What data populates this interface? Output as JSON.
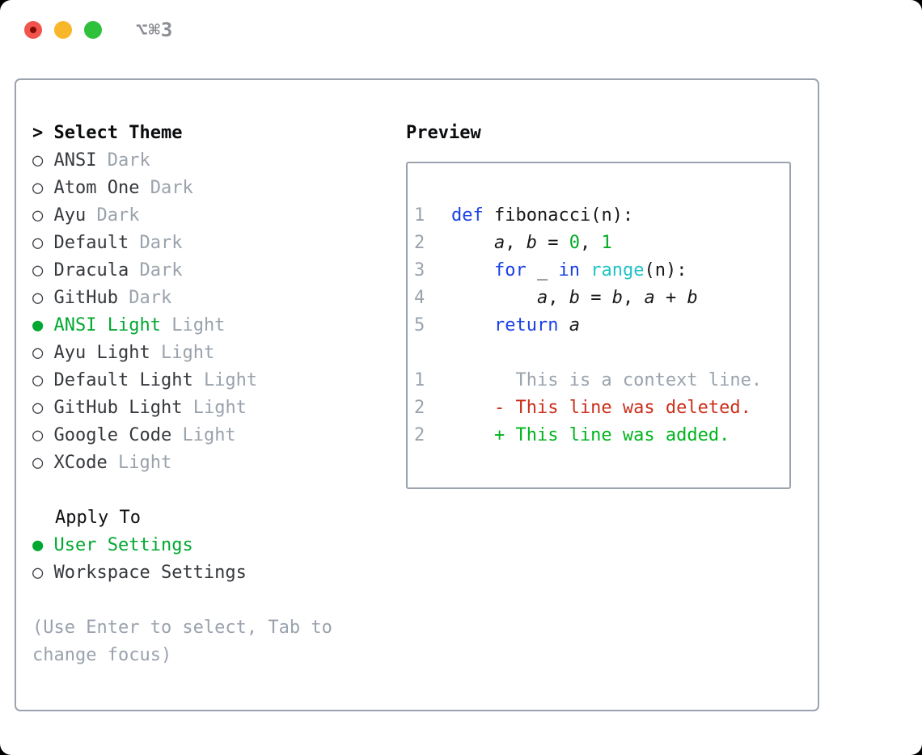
{
  "window": {
    "shortcut": "⌥⌘3",
    "controls": [
      {
        "name": "close",
        "color": "#f2544d",
        "dot_color": "#7e0d03",
        "has_dot": true
      },
      {
        "name": "minimize",
        "color": "#f8b62b",
        "dot_color": "",
        "has_dot": false
      },
      {
        "name": "zoom",
        "color": "#2fc13c",
        "dot_color": "",
        "has_dot": false
      }
    ]
  },
  "colors": {
    "selection_green": "#00a832",
    "added_green": "#00b41e",
    "deleted_red": "#cc2f1b",
    "keyword_blue": "#1a40e5",
    "builtin_cyan": "#20c2c7",
    "number_green": "#00ab24",
    "muted_gray": "#9aa2ae",
    "border_gray": "#9ba3ae"
  },
  "icons": {
    "radio_selected": "●",
    "radio_unselected": "○"
  },
  "theme_panel": {
    "prompt": "> ",
    "title": "Select Theme",
    "items": [
      {
        "name": "ANSI",
        "variant": "Dark",
        "selected": false
      },
      {
        "name": "Atom One",
        "variant": "Dark",
        "selected": false
      },
      {
        "name": "Ayu",
        "variant": "Dark",
        "selected": false
      },
      {
        "name": "Default",
        "variant": "Dark",
        "selected": false
      },
      {
        "name": "Dracula",
        "variant": "Dark",
        "selected": false
      },
      {
        "name": "GitHub",
        "variant": "Dark",
        "selected": false
      },
      {
        "name": "ANSI Light",
        "variant": "Light",
        "selected": true
      },
      {
        "name": "Ayu Light",
        "variant": "Light",
        "selected": false
      },
      {
        "name": "Default Light",
        "variant": "Light",
        "selected": false
      },
      {
        "name": "GitHub Light",
        "variant": "Light",
        "selected": false
      },
      {
        "name": "Google Code",
        "variant": "Light",
        "selected": false
      },
      {
        "name": "XCode",
        "variant": "Light",
        "selected": false
      }
    ],
    "apply_to": {
      "title": "Apply To",
      "options": [
        {
          "label": "User Settings",
          "selected": true
        },
        {
          "label": "Workspace Settings",
          "selected": false
        }
      ]
    },
    "hint": "(Use Enter to select, Tab to change focus)"
  },
  "preview": {
    "title": "Preview",
    "lines": [
      {
        "num": "1",
        "kind": "code",
        "tokens": [
          {
            "t": "def",
            "c": "kw"
          },
          {
            "t": " fibonacci(n):",
            "c": "p"
          }
        ]
      },
      {
        "num": "2",
        "kind": "code",
        "tokens": [
          {
            "t": "    ",
            "c": "p"
          },
          {
            "t": "a",
            "c": "v"
          },
          {
            "t": ", ",
            "c": "p"
          },
          {
            "t": "b",
            "c": "v"
          },
          {
            "t": " = ",
            "c": "p"
          },
          {
            "t": "0",
            "c": "num"
          },
          {
            "t": ", ",
            "c": "p"
          },
          {
            "t": "1",
            "c": "num"
          }
        ]
      },
      {
        "num": "3",
        "kind": "code",
        "tokens": [
          {
            "t": "    ",
            "c": "p"
          },
          {
            "t": "for",
            "c": "kw"
          },
          {
            "t": " _ ",
            "c": "p"
          },
          {
            "t": "in",
            "c": "kw"
          },
          {
            "t": " ",
            "c": "p"
          },
          {
            "t": "range",
            "c": "fn"
          },
          {
            "t": "(n):",
            "c": "p"
          }
        ]
      },
      {
        "num": "4",
        "kind": "code",
        "tokens": [
          {
            "t": "        ",
            "c": "p"
          },
          {
            "t": "a",
            "c": "v"
          },
          {
            "t": ", ",
            "c": "p"
          },
          {
            "t": "b",
            "c": "v"
          },
          {
            "t": " = ",
            "c": "p"
          },
          {
            "t": "b",
            "c": "v"
          },
          {
            "t": ", ",
            "c": "p"
          },
          {
            "t": "a",
            "c": "v"
          },
          {
            "t": " + ",
            "c": "p"
          },
          {
            "t": "b",
            "c": "v"
          }
        ]
      },
      {
        "num": "5",
        "kind": "code",
        "tokens": [
          {
            "t": "    ",
            "c": "p"
          },
          {
            "t": "return",
            "c": "kw"
          },
          {
            "t": " ",
            "c": "p"
          },
          {
            "t": "a",
            "c": "v"
          }
        ]
      },
      {
        "num": "",
        "kind": "blank",
        "tokens": []
      },
      {
        "num": "1",
        "kind": "diff-context",
        "tokens": [
          {
            "t": "      This is a context line.",
            "c": "ctx"
          }
        ]
      },
      {
        "num": "2",
        "kind": "diff-deleted",
        "tokens": [
          {
            "t": "    - This line was deleted.",
            "c": "del"
          }
        ]
      },
      {
        "num": "2",
        "kind": "diff-added",
        "tokens": [
          {
            "t": "    + This line was added.",
            "c": "add"
          }
        ]
      }
    ]
  }
}
